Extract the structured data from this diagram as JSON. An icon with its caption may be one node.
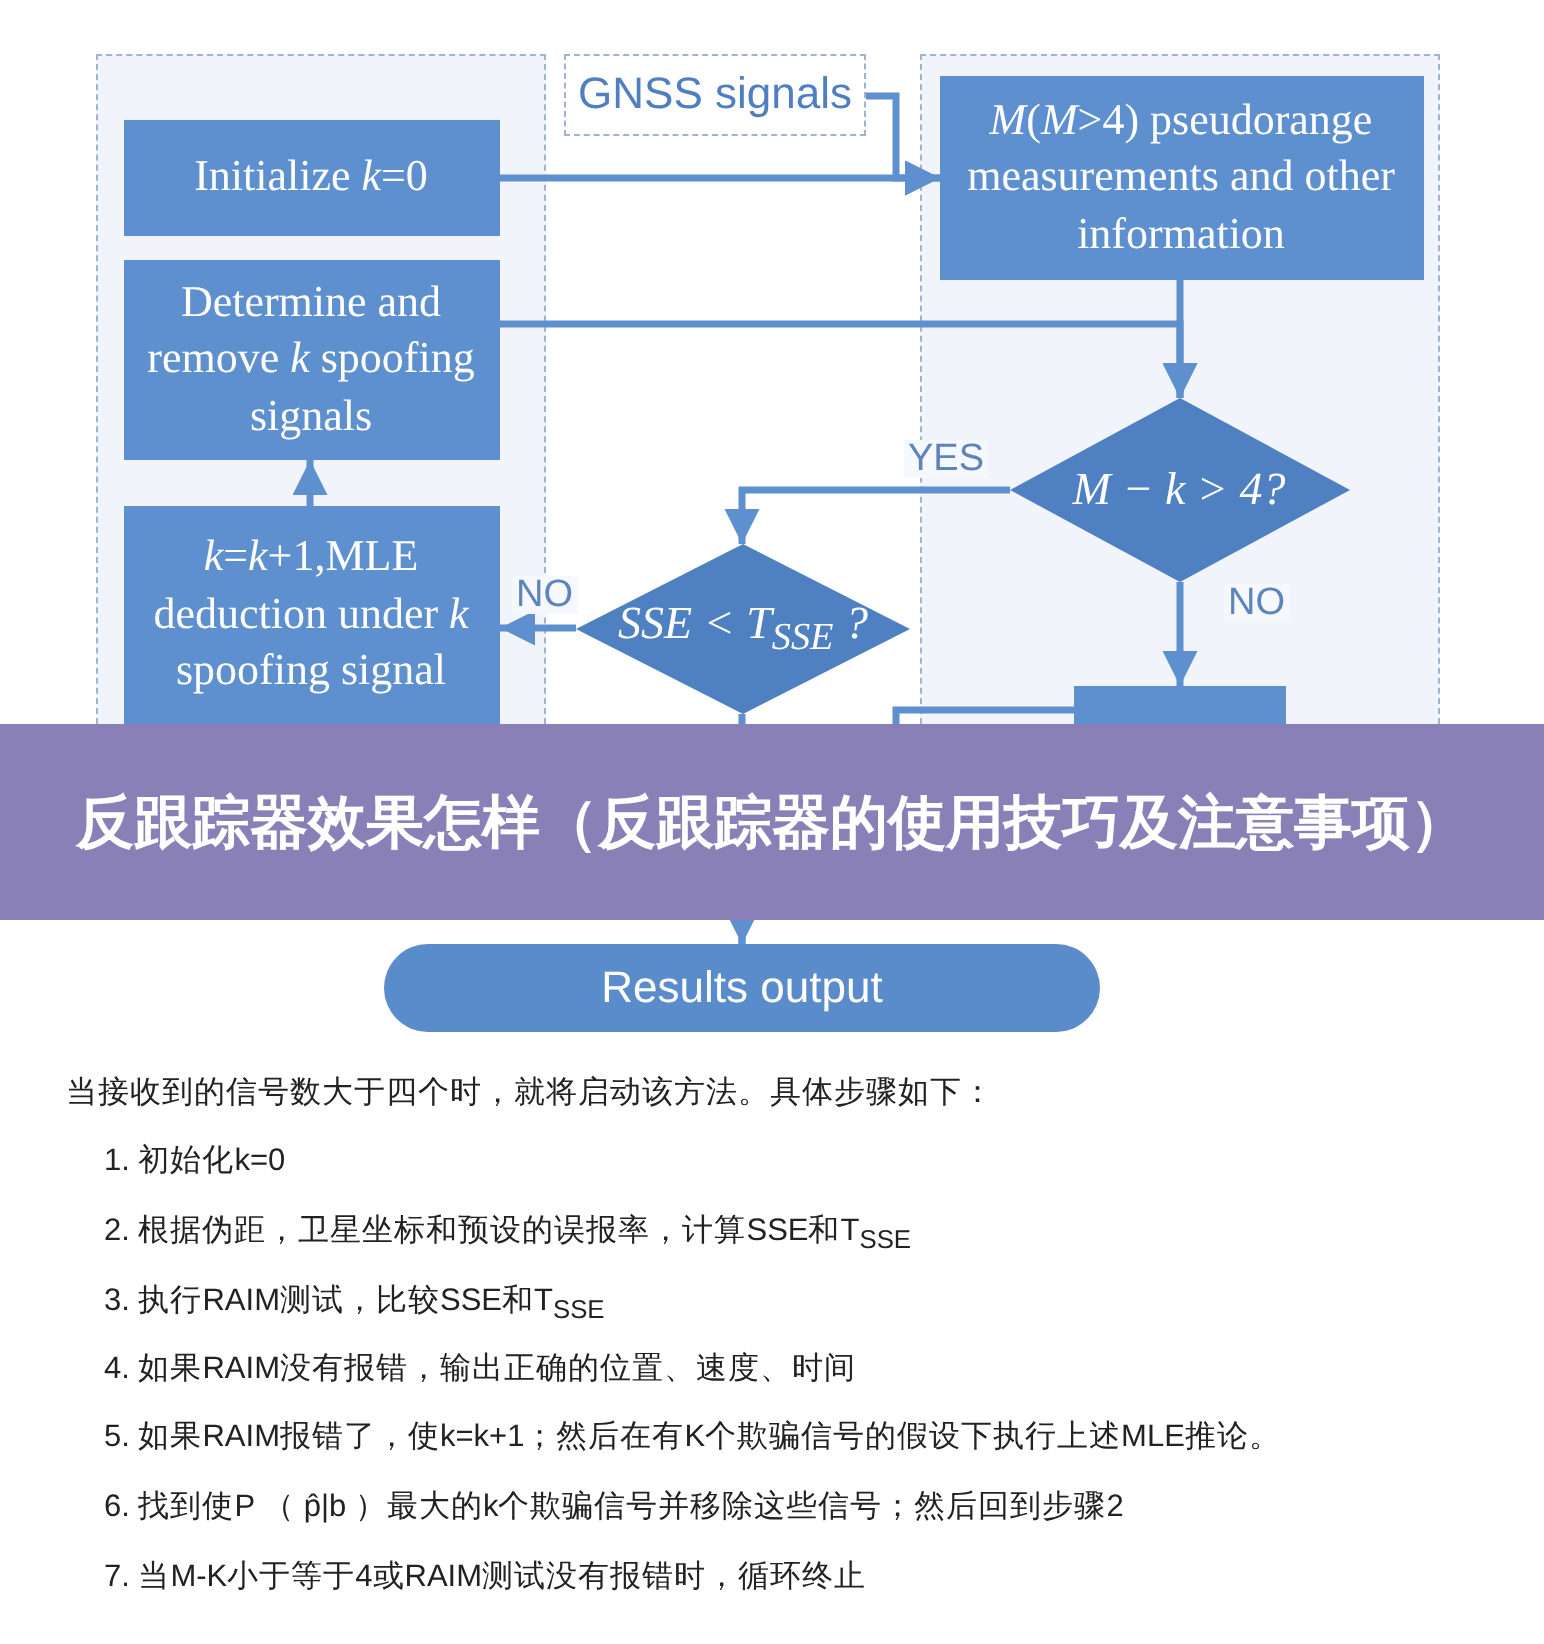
{
  "diagram": {
    "title": "反跟踪器效果怎样（反跟踪器的使用技巧及注意事项）",
    "nodes": [
      {
        "text": [],
        "shape": "box"
      },
      {
        "text": [
          "Initialize *k*=0"
        ],
        "in": 0
      },
      {
        "text": [
          "Determine and remove *k* spoofing signals"
        ],
        "in": 0
      },
      {
        "text": [
          "*k*=*k*+1,MLE deduction under *k* spoofing signal"
        ],
        "in": 0
      },
      {
        "text": [
          "GNSS signals"
        ]
      },
      {
        "text": [],
        "shape": "box"
      },
      {
        "text": [
          "*M*(*M*>4) pseudorange measurements and other information"
        ],
        "in": 5
      },
      {
        "text": [
          "M − k > 4?"
        ],
        "in": 5
      },
      {
        "text": [],
        "shape": "box",
        "in": 5
      },
      {
        "text": [
          "SSE < T$_{SSE}$ ?"
        ]
      },
      {
        "text": [
          "Results output"
        ]
      }
    ],
    "edges": [
      {
        "from": 1,
        "to": 6,
        "arrow": "to"
      },
      {
        "from": 4,
        "to": 6,
        "arrow": "to"
      },
      {
        "from": 2,
        "to": 7,
        "arrow": "to"
      },
      {
        "from": 6,
        "to": 7,
        "arrow": "to"
      },
      {
        "from": 7,
        "to": 9,
        "arrow": "to",
        "label": "YES"
      },
      {
        "from": 9,
        "to": 3,
        "arrow": "to",
        "label": "NO"
      },
      {
        "from": 3,
        "to": 2,
        "arrow": "to"
      },
      {
        "from": 7,
        "to": 8,
        "arrow": "to",
        "label": "NO"
      },
      {
        "from": 9,
        "to": 10,
        "arrow": "to"
      },
      {
        "from": 8,
        "to": 10,
        "arrow": "to"
      }
    ],
    "labels": [
      "当接收到的信号数大于四个时，就将启动该方法。具体步骤如下：",
      "1. 初始化k=0",
      "2. 根据伪距，卫星坐标和预设的误报率，计算SSE和T$_{SSE}$",
      "3. 执行RAIM测试，比较SSE和T$_{SSE}$",
      "4. 如果RAIM没有报错，输出正确的位置、速度、时间",
      "5. 如果RAIM报错了，使k=k+1；然后在有K个欺骗信号的假设下执行上述MLE推论。",
      "6. 找到使P （ p̂|b ）最大的k个欺骗信号并移除这些信号；然后回到步骤2",
      "7. 当M-K小于等于4或RAIM测试没有报错时，循环终止"
    ]
  }
}
